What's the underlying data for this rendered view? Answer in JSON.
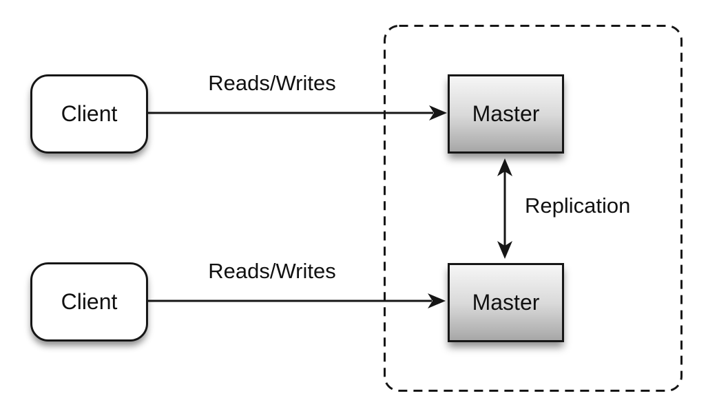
{
  "nodes": {
    "client_top": {
      "label": "Client"
    },
    "client_bottom": {
      "label": "Client"
    },
    "master_top": {
      "label": "Master"
    },
    "master_bottom": {
      "label": "Master"
    }
  },
  "edges": {
    "client_top_to_master_top": {
      "label": "Reads/Writes"
    },
    "client_bottom_to_master_bottom": {
      "label": "Reads/Writes"
    },
    "master_to_master": {
      "label": "Replication"
    }
  },
  "colors": {
    "canvas_bg": "#ffffff",
    "stroke": "#161616",
    "text": "#111111",
    "client_fill": "#ffffff",
    "master_top": "#f6f6f6",
    "master_mid": "#d9d9d9",
    "master_bottom": "#a7a7a7"
  }
}
